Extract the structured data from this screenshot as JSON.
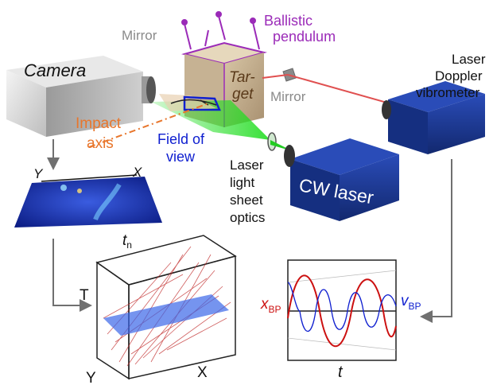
{
  "labels": {
    "camera": "Camera",
    "mirror_top": "Mirror",
    "ballistic_1": "Ballistic",
    "ballistic_2": "pendulum",
    "target_1": "Tar-",
    "target_2": "get",
    "mirror_right": "Mirror",
    "ldv_1": "Laser",
    "ldv_2": "Doppler",
    "ldv_3": "vibrometer",
    "impact_1": "Impact",
    "impact_2": "axis",
    "fov_1": "Field of",
    "fov_2": "view",
    "optics_1": "Laser",
    "optics_2": "light",
    "optics_3": "sheet",
    "optics_4": "optics",
    "cw_laser": "CW laser",
    "frame_x": "X",
    "frame_y": "Y",
    "tn": "t",
    "tn_sub": "n",
    "cube_T": "T",
    "cube_Y": "Y",
    "cube_X": "X",
    "plot_x": "x",
    "plot_x_sub": "BP",
    "plot_v": "v",
    "plot_v_sub": "BP",
    "plot_t": "t"
  },
  "colors": {
    "purple": "#9b2bb8",
    "mirror_gray": "#8a8a8a",
    "orange": "#e8762c",
    "blue": "#1020d0",
    "red": "#cc1010",
    "laser_red": "#e05050",
    "green": "#22cc22",
    "laser_box": "#1a3a9a"
  },
  "icons": [
    "camera-icon",
    "target-cube-icon",
    "mirror-icon",
    "cw-laser-icon",
    "ldv-icon",
    "lens-icon",
    "arrow-icon"
  ]
}
